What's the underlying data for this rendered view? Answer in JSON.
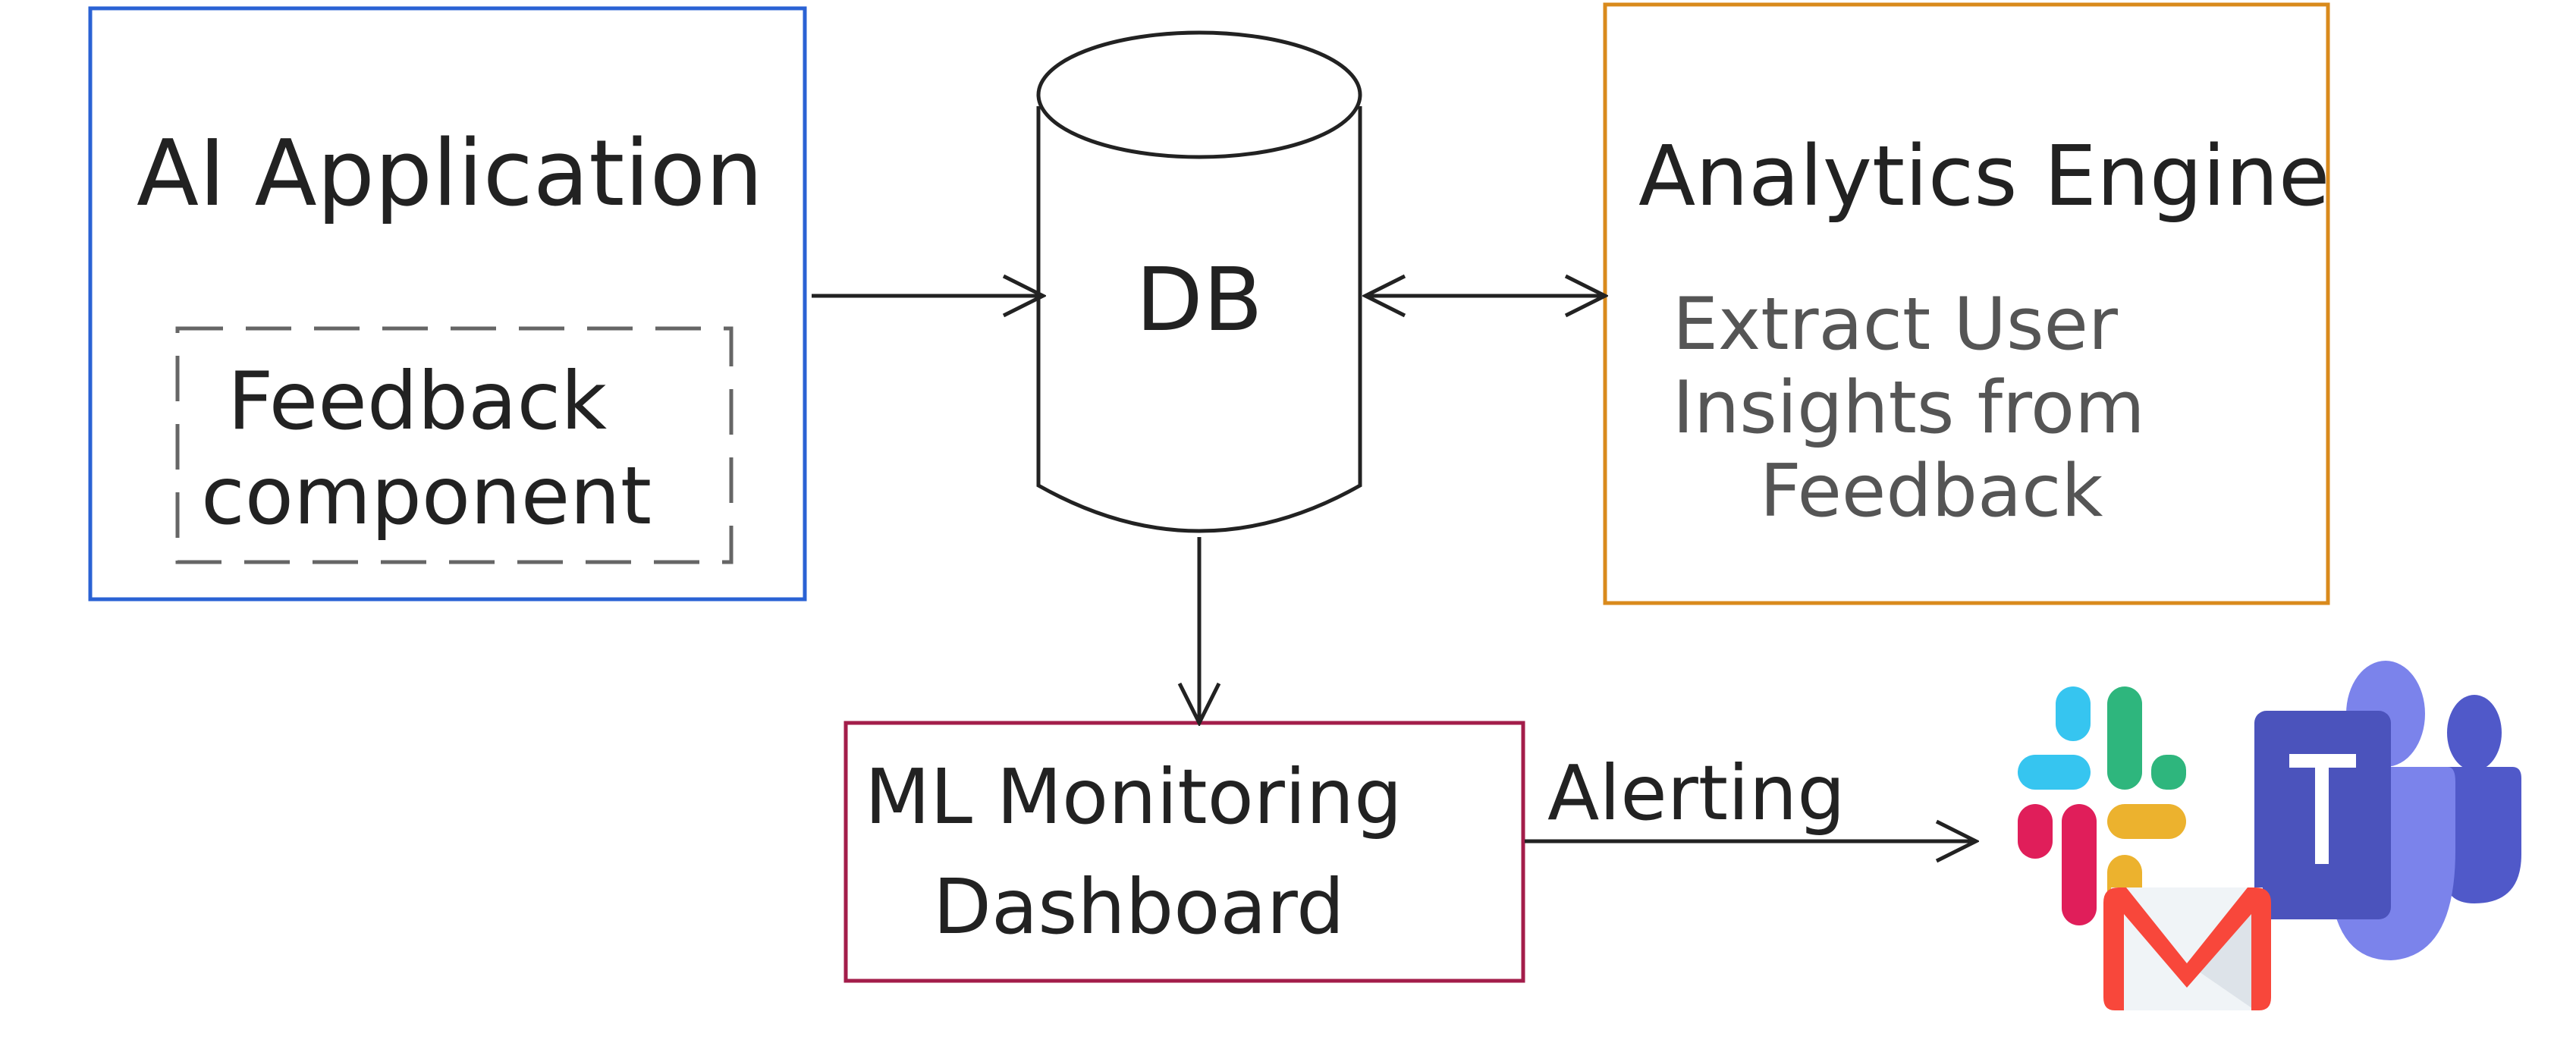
{
  "nodes": {
    "ai_app": {
      "label": "AI Application",
      "color": "#2a62d4"
    },
    "feedback": {
      "line1": "Feedback",
      "line2": "component",
      "color": "#666666"
    },
    "db": {
      "label": "DB"
    },
    "analytics": {
      "label": "Analytics Engine",
      "desc1": "Extract User",
      "desc2": "Insights from",
      "desc3": "Feedback",
      "color": "#d98a1c"
    },
    "dashboard": {
      "line1": "ML Monitoring",
      "line2": "Dashboard",
      "color": "#a31d4a"
    }
  },
  "edges": {
    "alerting": {
      "label": "Alerting"
    }
  },
  "icons": [
    "slack-icon",
    "microsoft-teams-icon",
    "gmail-icon"
  ]
}
